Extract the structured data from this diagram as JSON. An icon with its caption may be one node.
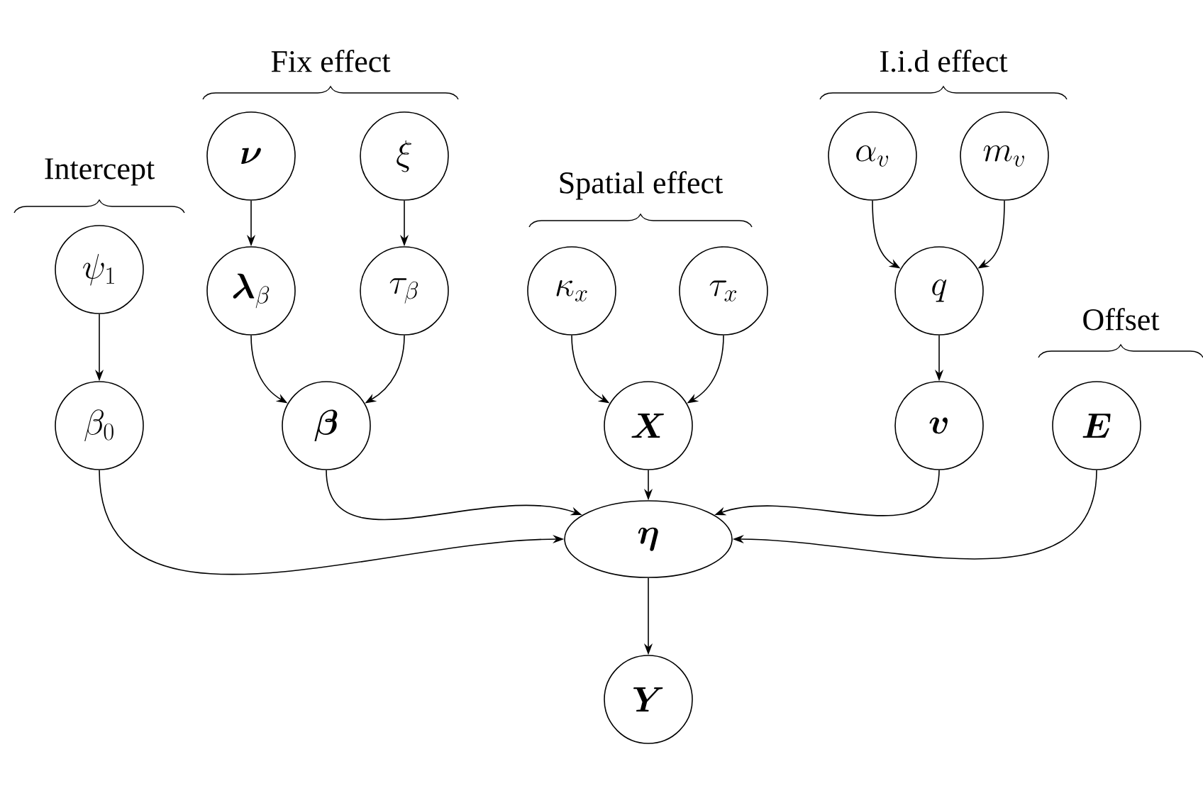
{
  "diagram": {
    "nodes": [
      {
        "text": [
          "\\psi_1"
        ]
      },
      {
        "text": [
          "\\beta_0"
        ]
      },
      {
        "text": [
          "\\boldsymbol{\\nu}"
        ]
      },
      {
        "text": [
          "\\xi"
        ]
      },
      {
        "text": [
          "\\boldsymbol{\\lambda}_\\beta"
        ]
      },
      {
        "text": [
          "\\tau_\\beta"
        ]
      },
      {
        "text": [
          "\\boldsymbol{\\beta}"
        ]
      },
      {
        "text": [
          "\\kappa_x"
        ]
      },
      {
        "text": [
          "\\tau_x"
        ]
      },
      {
        "text": [
          "\\boldsymbol{X}"
        ]
      },
      {
        "text": [
          "\\alpha_v"
        ]
      },
      {
        "text": [
          "m_v"
        ]
      },
      {
        "text": [
          "q"
        ]
      },
      {
        "text": [
          "\\boldsymbol{v}"
        ]
      },
      {
        "text": [
          "\\boldsymbol{E}"
        ]
      },
      {
        "text": [
          "\\boldsymbol{\\eta}"
        ]
      },
      {
        "text": [
          "\\boldsymbol{Y}"
        ]
      }
    ],
    "edges": [
      {
        "from": 0,
        "to": 1,
        "arrow": "to"
      },
      {
        "from": 2,
        "to": 4,
        "arrow": "to"
      },
      {
        "from": 3,
        "to": 5,
        "arrow": "to"
      },
      {
        "from": 4,
        "to": 6,
        "arrow": "to"
      },
      {
        "from": 5,
        "to": 6,
        "arrow": "to"
      },
      {
        "from": 7,
        "to": 9,
        "arrow": "to"
      },
      {
        "from": 8,
        "to": 9,
        "arrow": "to"
      },
      {
        "from": 10,
        "to": 12,
        "arrow": "to"
      },
      {
        "from": 11,
        "to": 12,
        "arrow": "to"
      },
      {
        "from": 12,
        "to": 13,
        "arrow": "to"
      },
      {
        "from": 1,
        "to": 15,
        "arrow": "to"
      },
      {
        "from": 6,
        "to": 15,
        "arrow": "to"
      },
      {
        "from": 9,
        "to": 15,
        "arrow": "to"
      },
      {
        "from": 13,
        "to": 15,
        "arrow": "to"
      },
      {
        "from": 14,
        "to": 15,
        "arrow": "to"
      },
      {
        "from": 15,
        "to": 16,
        "arrow": "to"
      }
    ],
    "labels": [
      "Fix effect",
      "I.i.d effect",
      "Intercept",
      "Spatial effect",
      "Offset"
    ]
  }
}
